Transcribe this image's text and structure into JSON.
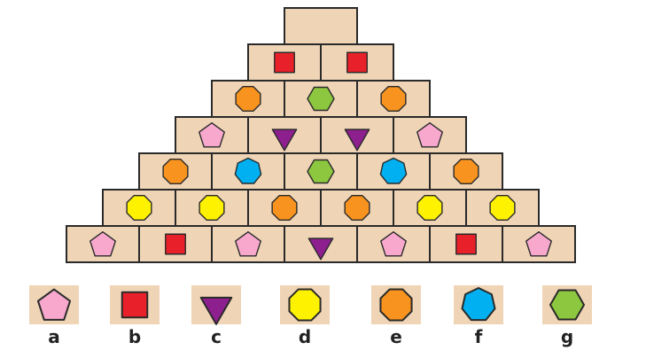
{
  "colors": {
    "cell_fill": "#efd4b6",
    "outline": "#2a2a2a",
    "a": "#f7a8cc",
    "b": "#e8202a",
    "c": "#8e1f8e",
    "d": "#fff200",
    "e": "#f7931e",
    "f": "#00b0f0",
    "g": "#8dc63f"
  },
  "shape_types": {
    "a": "pentagon",
    "b": "square",
    "c": "triangle-down",
    "d": "octagon",
    "e": "octagon",
    "f": "heptagon",
    "g": "hexagon"
  },
  "pyramid_rows": [
    [
      ""
    ],
    [
      "b",
      "b"
    ],
    [
      "e",
      "g",
      "e"
    ],
    [
      "a",
      "c",
      "c",
      "a"
    ],
    [
      "e",
      "f",
      "g",
      "f",
      "e"
    ],
    [
      "d",
      "d",
      "e",
      "e",
      "d",
      "d"
    ],
    [
      "a",
      "b",
      "a",
      "c",
      "a",
      "b",
      "a"
    ]
  ],
  "options": [
    {
      "key": "a",
      "label": "a",
      "icon": "pink-pentagon-icon"
    },
    {
      "key": "b",
      "label": "b",
      "icon": "red-square-icon"
    },
    {
      "key": "c",
      "label": "c",
      "icon": "purple-triangle-icon"
    },
    {
      "key": "d",
      "label": "d",
      "icon": "yellow-octagon-icon"
    },
    {
      "key": "e",
      "label": "e",
      "icon": "orange-octagon-icon"
    },
    {
      "key": "f",
      "label": "f",
      "icon": "blue-heptagon-icon"
    },
    {
      "key": "g",
      "label": "g",
      "icon": "green-hexagon-icon"
    }
  ]
}
